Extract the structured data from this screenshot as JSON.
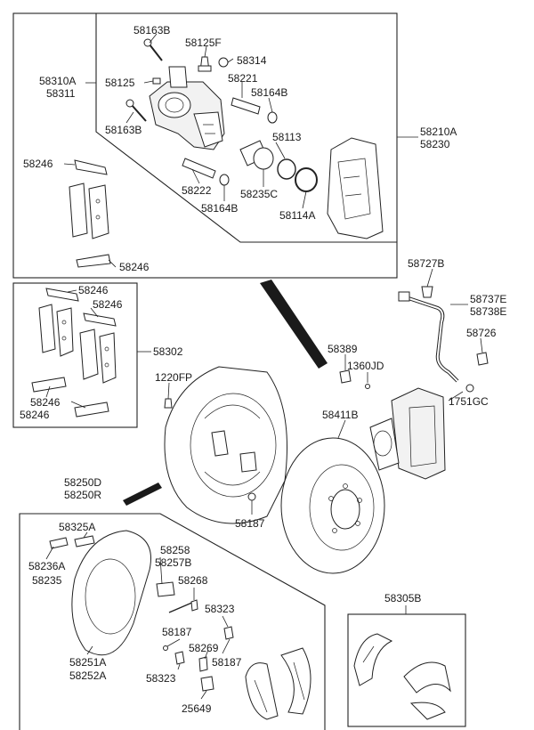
{
  "labels": {
    "p58163B_a": "58163B",
    "p58125F": "58125F",
    "p58314": "58314",
    "p58310A": "58310A",
    "p58311": "58311",
    "p58125": "58125",
    "p58221": "58221",
    "p58164B_a": "58164B",
    "p58163B_b": "58163B",
    "p58113": "58113",
    "p58210A": "58210A",
    "p58230": "58230",
    "p58246_a": "58246",
    "p58222": "58222",
    "p58235C": "58235C",
    "p58164B_b": "58164B",
    "p58114A": "58114A",
    "p58246_b": "58246",
    "p58727B": "58727B",
    "p58246_c": "58246",
    "p58246_d": "58246",
    "p58737E": "58737E",
    "p58738E": "58738E",
    "p58726": "58726",
    "p58302": "58302",
    "p58389": "58389",
    "p1360JD": "1360JD",
    "p1220FP": "1220FP",
    "p58246_e": "58246",
    "p58246_f": "58246",
    "p1751GC": "1751GC",
    "p58411B": "58411B",
    "p58250D": "58250D",
    "p58250R": "58250R",
    "p58187_a": "58187",
    "p58325A": "58325A",
    "p58236A": "58236A",
    "p58235": "58235",
    "p58258": "58258",
    "p58257B": "58257B",
    "p58268": "58268",
    "p58305B": "58305B",
    "p58323_a": "58323",
    "p58187_b": "58187",
    "p58269": "58269",
    "p58187_c": "58187",
    "p58251A": "58251A",
    "p58252A": "58252A",
    "p58323_b": "58323",
    "p25649": "25649"
  }
}
